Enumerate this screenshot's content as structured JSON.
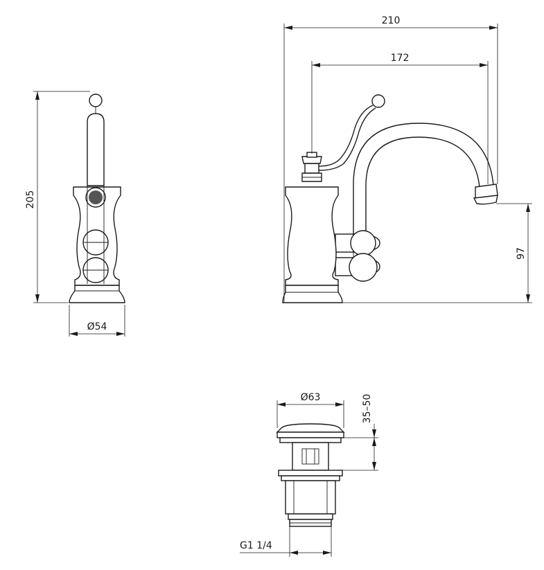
{
  "dimensions": {
    "width_total": "210",
    "spout_reach": "172",
    "height_total": "205",
    "spout_height": "97",
    "base_diameter": "Ø54",
    "drain_diameter": "Ø63",
    "drain_range": "35–50",
    "drain_thread": "G1 1/4"
  }
}
